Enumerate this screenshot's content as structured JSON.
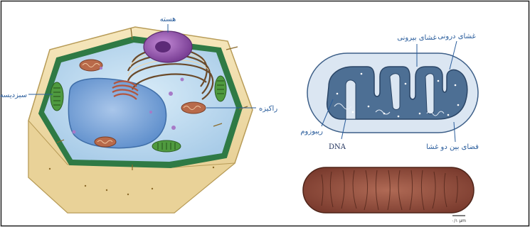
{
  "cell_diagram": {
    "labels": {
      "nucleus": "هسته",
      "chloroplast": "سبزدیسه",
      "mitochondrion": "راکیزه"
    }
  },
  "mitochondrion_diagram": {
    "labels": {
      "inner_membrane": "غشای درونی",
      "outer_membrane": "غشای بیرونی",
      "ribosome": "ریبوزوم",
      "dna": "DNA",
      "intermembrane_space": "فضای بین دو غشا"
    }
  },
  "micrograph": {
    "scale_label": "۰/۱ μm"
  },
  "colors": {
    "cell_wall": "#efdca5",
    "cytoplasm": "#bcd9ee",
    "vacuole": "#7fa8d8",
    "nucleus": "#9e5ab5",
    "chloroplast": "#4f9a3f",
    "mito_matrix": "#4d6f94",
    "label_blue": "#2a5d9c",
    "micrograph": "#8d4b3b"
  }
}
